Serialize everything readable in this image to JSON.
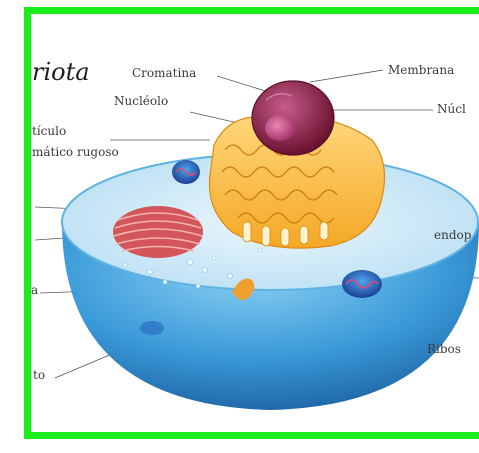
{
  "diagram": {
    "title": "riota",
    "frame_color": "#1aee1a",
    "labels": {
      "cromatina": "Cromatina",
      "membrana": "Membrana",
      "nucleolo": "Nucléolo",
      "nucleo": "Núcl",
      "reticulo_line1": "tículo",
      "reticulo_line2": "mático rugoso",
      "endop": "endop",
      "ribosomas": "Ribos",
      "left_a": "a",
      "left_to": "to"
    }
  }
}
